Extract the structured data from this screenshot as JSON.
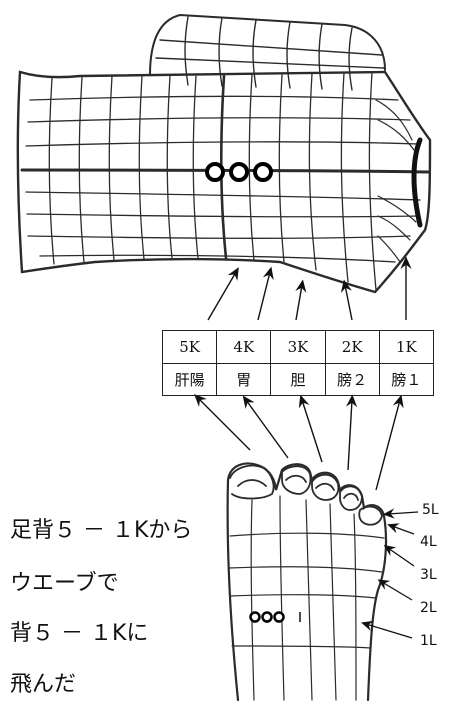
{
  "table": {
    "codes": [
      "5K",
      "4K",
      "3K",
      "2K",
      "1K"
    ],
    "organs": [
      "肝陽",
      "胃",
      "胆",
      "膀２",
      "膀１"
    ]
  },
  "caption": {
    "lines": [
      "足背５ － １Kから",
      "ウエーブで",
      "背５ － １Kに",
      "飛んだ"
    ]
  },
  "foot_labels": [
    "5L",
    "4L",
    "3L",
    "2L",
    "1L"
  ],
  "colors": {
    "ink": "#111111",
    "grid": "#2b2b2b"
  }
}
